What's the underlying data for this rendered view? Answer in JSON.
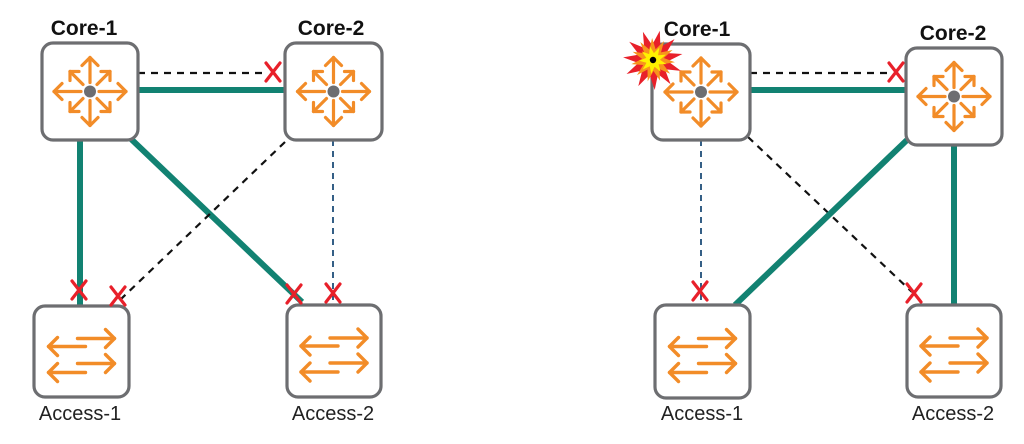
{
  "colors": {
    "background": "#ffffff",
    "node_border": "#6d6e71",
    "node_fill": "#ffffff",
    "icon": "#f28c28",
    "hub_dot": "#6d6e71",
    "active_link": "#128272",
    "blocked_link": "#111111",
    "standby_link": "#1f4e79",
    "blocked_mark": "#e8202a",
    "explosion_outer": "#e8202a",
    "explosion_mid": "#f7941d",
    "explosion_inner": "#fff200"
  },
  "panels": [
    {
      "id": "before",
      "nodes": [
        {
          "id": "core1",
          "type": "core",
          "label": "Core-1"
        },
        {
          "id": "core2",
          "type": "core",
          "label": "Core-2"
        },
        {
          "id": "access1",
          "type": "access",
          "label": "Access-1"
        },
        {
          "id": "access2",
          "type": "access",
          "label": "Access-2"
        }
      ],
      "links": [
        {
          "from": "core1",
          "to": "core2",
          "style": "active",
          "blocked": false
        },
        {
          "from": "core1",
          "to": "core2",
          "style": "blocked",
          "blocked": true
        },
        {
          "from": "core1",
          "to": "access1",
          "style": "active",
          "blocked": true
        },
        {
          "from": "core1",
          "to": "access2",
          "style": "active",
          "blocked": true
        },
        {
          "from": "core2",
          "to": "access1",
          "style": "blocked",
          "blocked": true
        },
        {
          "from": "core2",
          "to": "access2",
          "style": "standby",
          "blocked": true
        }
      ],
      "failed_node": null
    },
    {
      "id": "after",
      "nodes": [
        {
          "id": "core1",
          "type": "core",
          "label": "Core-1"
        },
        {
          "id": "core2",
          "type": "core",
          "label": "Core-2"
        },
        {
          "id": "access1",
          "type": "access",
          "label": "Access-1"
        },
        {
          "id": "access2",
          "type": "access",
          "label": "Access-2"
        }
      ],
      "links": [
        {
          "from": "core1",
          "to": "core2",
          "style": "active",
          "blocked": false
        },
        {
          "from": "core1",
          "to": "core2",
          "style": "blocked",
          "blocked": true
        },
        {
          "from": "core1",
          "to": "access1",
          "style": "standby",
          "blocked": true
        },
        {
          "from": "core1",
          "to": "access2",
          "style": "blocked",
          "blocked": true
        },
        {
          "from": "core2",
          "to": "access1",
          "style": "active",
          "blocked": false
        },
        {
          "from": "core2",
          "to": "access2",
          "style": "active",
          "blocked": false
        }
      ],
      "failed_node": "core1"
    }
  ]
}
